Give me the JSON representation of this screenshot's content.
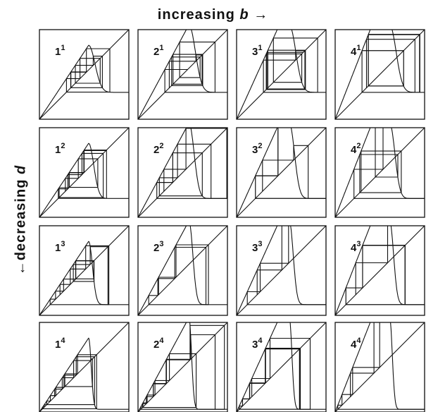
{
  "axis_labels": {
    "top": {
      "text": "increasing",
      "variable": "b",
      "arrow": "→"
    },
    "side": {
      "arrow": "←",
      "text": "decreasing",
      "variable": "d"
    }
  },
  "panels": [
    [
      {
        "base": "1",
        "sup": "1"
      },
      {
        "base": "2",
        "sup": "1"
      },
      {
        "base": "3",
        "sup": "1"
      },
      {
        "base": "4",
        "sup": "1"
      }
    ],
    [
      {
        "base": "1",
        "sup": "2"
      },
      {
        "base": "2",
        "sup": "2"
      },
      {
        "base": "3",
        "sup": "2"
      },
      {
        "base": "4",
        "sup": "2"
      }
    ],
    [
      {
        "base": "1",
        "sup": "3"
      },
      {
        "base": "2",
        "sup": "3"
      },
      {
        "base": "3",
        "sup": "3"
      },
      {
        "base": "4",
        "sup": "3"
      }
    ],
    [
      {
        "base": "1",
        "sup": "4"
      },
      {
        "base": "2",
        "sup": "4"
      },
      {
        "base": "3",
        "sup": "4"
      },
      {
        "base": "4",
        "sup": "4"
      }
    ]
  ]
}
